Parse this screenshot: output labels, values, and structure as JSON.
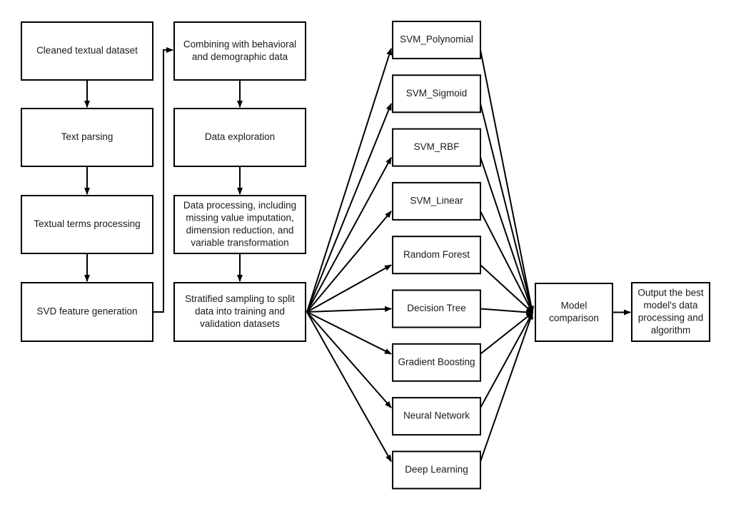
{
  "diagram": {
    "title": "Machine learning modeling pipeline flowchart",
    "background_color": "#ffffff",
    "line_color": "#000000",
    "text_color": "#1a1a1a",
    "nodes": {
      "text_pipeline": [
        {
          "id": "cleaned-textual-dataset",
          "lines": [
            "Cleaned textual dataset"
          ]
        },
        {
          "id": "text-parsing",
          "lines": [
            "Text parsing"
          ]
        },
        {
          "id": "textual-terms-processing",
          "lines": [
            "Textual terms processing"
          ]
        },
        {
          "id": "svd-feature-generation",
          "lines": [
            "SVD feature generation"
          ]
        }
      ],
      "data_pipeline": [
        {
          "id": "combining-data",
          "lines": [
            "Combining with behavioral",
            "and demographic data"
          ]
        },
        {
          "id": "data-exploration",
          "lines": [
            "Data exploration"
          ]
        },
        {
          "id": "data-processing",
          "lines": [
            "Data processing, including",
            "missing value imputation,",
            "dimension reduction, and",
            "variable transformation"
          ]
        },
        {
          "id": "stratified-sampling",
          "lines": [
            "Stratified sampling to split",
            "data into training and",
            "validation datasets"
          ]
        }
      ],
      "models": [
        {
          "id": "svm-polynomial",
          "lines": [
            "SVM_Polynomial"
          ]
        },
        {
          "id": "svm-sigmoid",
          "lines": [
            "SVM_Sigmoid"
          ]
        },
        {
          "id": "svm-rbf",
          "lines": [
            "SVM_RBF"
          ]
        },
        {
          "id": "svm-linear",
          "lines": [
            "SVM_Linear"
          ]
        },
        {
          "id": "random-forest",
          "lines": [
            "Random Forest"
          ]
        },
        {
          "id": "decision-tree",
          "lines": [
            "Decision Tree"
          ]
        },
        {
          "id": "gradient-boosting",
          "lines": [
            "Gradient Boosting"
          ]
        },
        {
          "id": "neural-network",
          "lines": [
            "Neural Network"
          ]
        },
        {
          "id": "deep-learning",
          "lines": [
            "Deep Learning"
          ]
        }
      ],
      "outcome": [
        {
          "id": "model-comparison",
          "lines": [
            "Model",
            "comparison"
          ]
        },
        {
          "id": "output-best-model",
          "lines": [
            "Output the best",
            "model's data",
            "processing and",
            "algorithm"
          ]
        }
      ]
    }
  }
}
